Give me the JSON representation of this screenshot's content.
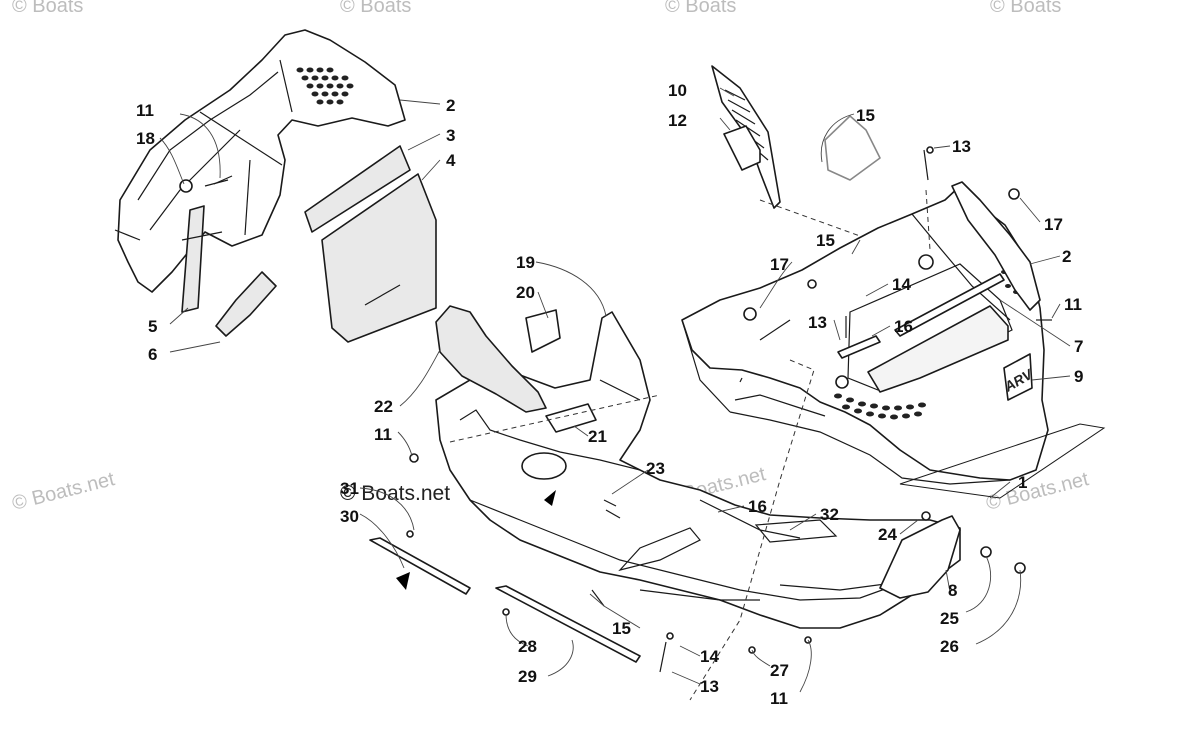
{
  "watermarks": [
    {
      "id": "tl",
      "text": "© Boats"
    },
    {
      "id": "tc",
      "text": "© Boats"
    },
    {
      "id": "tc2",
      "text": "© Boats"
    },
    {
      "id": "tr",
      "text": "© Boats"
    },
    {
      "id": "left",
      "text": "© Boats.net"
    },
    {
      "id": "center",
      "text": "© Boats.net"
    },
    {
      "id": "center2",
      "text": "© Boats.net"
    },
    {
      "id": "right",
      "text": "© Boats.net"
    }
  ],
  "badge_text": "ARV",
  "callouts": [
    {
      "id": "c1",
      "text": "1"
    },
    {
      "id": "c2a",
      "text": "2"
    },
    {
      "id": "c2b",
      "text": "2"
    },
    {
      "id": "c3",
      "text": "3"
    },
    {
      "id": "c4",
      "text": "4"
    },
    {
      "id": "c5",
      "text": "5"
    },
    {
      "id": "c6",
      "text": "6"
    },
    {
      "id": "c7",
      "text": "7"
    },
    {
      "id": "c8",
      "text": "8"
    },
    {
      "id": "c9",
      "text": "9"
    },
    {
      "id": "c10",
      "text": "10"
    },
    {
      "id": "c11a",
      "text": "11"
    },
    {
      "id": "c11b",
      "text": "11"
    },
    {
      "id": "c11c",
      "text": "11"
    },
    {
      "id": "c11d",
      "text": "11"
    },
    {
      "id": "c12",
      "text": "12"
    },
    {
      "id": "c13a",
      "text": "13"
    },
    {
      "id": "c13b",
      "text": "13"
    },
    {
      "id": "c13c",
      "text": "13"
    },
    {
      "id": "c14a",
      "text": "14"
    },
    {
      "id": "c14b",
      "text": "14"
    },
    {
      "id": "c15a",
      "text": "15"
    },
    {
      "id": "c15b",
      "text": "15"
    },
    {
      "id": "c15c",
      "text": "15"
    },
    {
      "id": "c16a",
      "text": "16"
    },
    {
      "id": "c16b",
      "text": "16"
    },
    {
      "id": "c17a",
      "text": "17"
    },
    {
      "id": "c17b",
      "text": "17"
    },
    {
      "id": "c18",
      "text": "18"
    },
    {
      "id": "c19",
      "text": "19"
    },
    {
      "id": "c20",
      "text": "20"
    },
    {
      "id": "c21",
      "text": "21"
    },
    {
      "id": "c22",
      "text": "22"
    },
    {
      "id": "c23",
      "text": "23"
    },
    {
      "id": "c24",
      "text": "24"
    },
    {
      "id": "c25",
      "text": "25"
    },
    {
      "id": "c26",
      "text": "26"
    },
    {
      "id": "c27",
      "text": "27"
    },
    {
      "id": "c28",
      "text": "28"
    },
    {
      "id": "c29",
      "text": "29"
    },
    {
      "id": "c30",
      "text": "30"
    },
    {
      "id": "c31",
      "text": "31"
    },
    {
      "id": "c32",
      "text": "32"
    }
  ]
}
